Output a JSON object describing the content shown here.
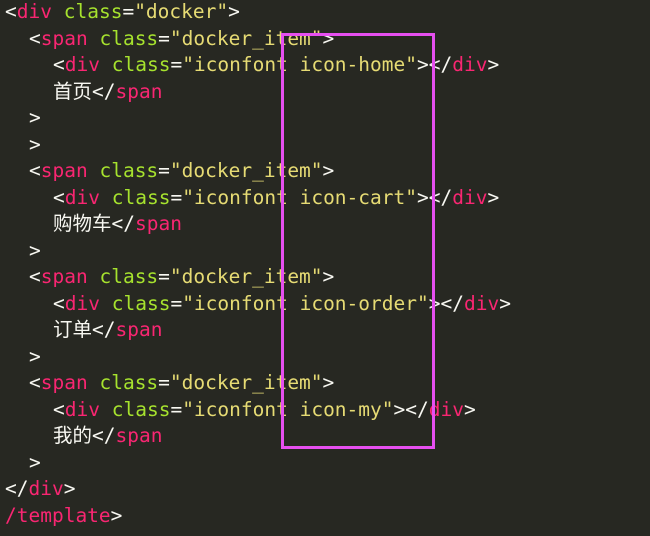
{
  "editor": {
    "lines": [
      {
        "indent": 0,
        "tokens": [
          {
            "t": "punct",
            "v": "<"
          },
          {
            "t": "tag",
            "v": "div"
          },
          {
            "t": "punct",
            "v": " "
          },
          {
            "t": "attr",
            "v": "class"
          },
          {
            "t": "punct",
            "v": "="
          },
          {
            "t": "str",
            "v": "\"docker\""
          },
          {
            "t": "punct",
            "v": ">"
          }
        ]
      },
      {
        "indent": 1,
        "tokens": [
          {
            "t": "punct",
            "v": "<"
          },
          {
            "t": "tag",
            "v": "span"
          },
          {
            "t": "punct",
            "v": " "
          },
          {
            "t": "attr",
            "v": "class"
          },
          {
            "t": "punct",
            "v": "="
          },
          {
            "t": "str",
            "v": "\"docker_item\""
          },
          {
            "t": "punct",
            "v": ">"
          }
        ]
      },
      {
        "indent": 2,
        "tokens": [
          {
            "t": "punct",
            "v": "<"
          },
          {
            "t": "tag",
            "v": "div"
          },
          {
            "t": "punct",
            "v": " "
          },
          {
            "t": "attr",
            "v": "class"
          },
          {
            "t": "punct",
            "v": "="
          },
          {
            "t": "str",
            "v": "\"iconfont icon-home\""
          },
          {
            "t": "punct",
            "v": "></"
          },
          {
            "t": "tag",
            "v": "div"
          },
          {
            "t": "punct",
            "v": ">"
          }
        ]
      },
      {
        "indent": 2,
        "tokens": [
          {
            "t": "text",
            "v": "首页"
          },
          {
            "t": "punct",
            "v": "</"
          },
          {
            "t": "tag",
            "v": "span"
          }
        ]
      },
      {
        "indent": 1,
        "tokens": [
          {
            "t": "punct",
            "v": ">"
          }
        ]
      },
      {
        "indent": 1,
        "tokens": [
          {
            "t": "punct",
            "v": ">"
          }
        ]
      },
      {
        "indent": 1,
        "tokens": [
          {
            "t": "punct",
            "v": "<"
          },
          {
            "t": "tag",
            "v": "span"
          },
          {
            "t": "punct",
            "v": " "
          },
          {
            "t": "attr",
            "v": "class"
          },
          {
            "t": "punct",
            "v": "="
          },
          {
            "t": "str",
            "v": "\"docker_item\""
          },
          {
            "t": "punct",
            "v": ">"
          }
        ]
      },
      {
        "indent": 2,
        "tokens": [
          {
            "t": "punct",
            "v": "<"
          },
          {
            "t": "tag",
            "v": "div"
          },
          {
            "t": "punct",
            "v": " "
          },
          {
            "t": "attr",
            "v": "class"
          },
          {
            "t": "punct",
            "v": "="
          },
          {
            "t": "str",
            "v": "\"iconfont icon-cart\""
          },
          {
            "t": "punct",
            "v": "></"
          },
          {
            "t": "tag",
            "v": "div"
          },
          {
            "t": "punct",
            "v": ">"
          }
        ]
      },
      {
        "indent": 2,
        "tokens": [
          {
            "t": "text",
            "v": "购物车"
          },
          {
            "t": "punct",
            "v": "</"
          },
          {
            "t": "tag",
            "v": "span"
          }
        ]
      },
      {
        "indent": 1,
        "tokens": [
          {
            "t": "punct",
            "v": ">"
          }
        ]
      },
      {
        "indent": 1,
        "tokens": [
          {
            "t": "punct",
            "v": "<"
          },
          {
            "t": "tag",
            "v": "span"
          },
          {
            "t": "punct",
            "v": " "
          },
          {
            "t": "attr",
            "v": "class"
          },
          {
            "t": "punct",
            "v": "="
          },
          {
            "t": "str",
            "v": "\"docker_item\""
          },
          {
            "t": "punct",
            "v": ">"
          }
        ]
      },
      {
        "indent": 2,
        "tokens": [
          {
            "t": "punct",
            "v": "<"
          },
          {
            "t": "tag",
            "v": "div"
          },
          {
            "t": "punct",
            "v": " "
          },
          {
            "t": "attr",
            "v": "class"
          },
          {
            "t": "punct",
            "v": "="
          },
          {
            "t": "str",
            "v": "\"iconfont icon-order\""
          },
          {
            "t": "punct",
            "v": "></"
          },
          {
            "t": "tag",
            "v": "div"
          },
          {
            "t": "punct",
            "v": ">"
          }
        ]
      },
      {
        "indent": 2,
        "tokens": [
          {
            "t": "text",
            "v": "订单"
          },
          {
            "t": "punct",
            "v": "</"
          },
          {
            "t": "tag",
            "v": "span"
          }
        ]
      },
      {
        "indent": 1,
        "tokens": [
          {
            "t": "punct",
            "v": ">"
          }
        ]
      },
      {
        "indent": 1,
        "tokens": [
          {
            "t": "punct",
            "v": "<"
          },
          {
            "t": "tag",
            "v": "span"
          },
          {
            "t": "punct",
            "v": " "
          },
          {
            "t": "attr",
            "v": "class"
          },
          {
            "t": "punct",
            "v": "="
          },
          {
            "t": "str",
            "v": "\"docker_item\""
          },
          {
            "t": "punct",
            "v": ">"
          }
        ]
      },
      {
        "indent": 2,
        "tokens": [
          {
            "t": "punct",
            "v": "<"
          },
          {
            "t": "tag",
            "v": "div"
          },
          {
            "t": "punct",
            "v": " "
          },
          {
            "t": "attr",
            "v": "class"
          },
          {
            "t": "punct",
            "v": "="
          },
          {
            "t": "str",
            "v": "\"iconfont icon-my\""
          },
          {
            "t": "punct",
            "v": "></"
          },
          {
            "t": "tag",
            "v": "div"
          },
          {
            "t": "punct",
            "v": ">"
          }
        ]
      },
      {
        "indent": 2,
        "tokens": [
          {
            "t": "text",
            "v": "我的"
          },
          {
            "t": "punct",
            "v": "</"
          },
          {
            "t": "tag",
            "v": "span"
          }
        ]
      },
      {
        "indent": 1,
        "tokens": [
          {
            "t": "punct",
            "v": ">"
          }
        ]
      },
      {
        "indent": 0,
        "tokens": [
          {
            "t": "punct",
            "v": "</"
          },
          {
            "t": "tag",
            "v": "div"
          },
          {
            "t": "punct",
            "v": ">"
          }
        ]
      },
      {
        "indent": 0,
        "tokens": [
          {
            "t": "tag",
            "v": "/template"
          },
          {
            "t": "punct",
            "v": ">"
          }
        ]
      }
    ]
  },
  "colors": {
    "background": "#272822",
    "tag": "#f92672",
    "attribute": "#a6e22e",
    "string": "#e6db74",
    "text": "#f8f8f2",
    "selection_box": "#e64ff0"
  }
}
